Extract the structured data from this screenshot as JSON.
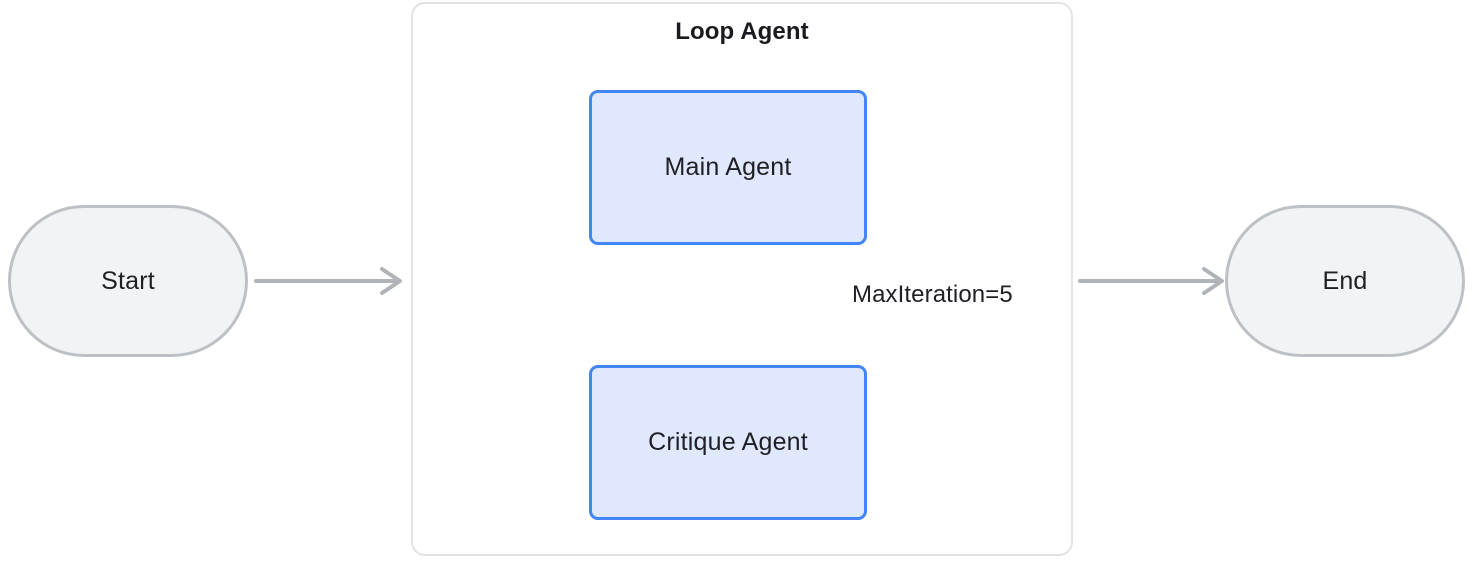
{
  "diagram": {
    "title": "Loop Agent",
    "container_label": "Loop Agent",
    "colors": {
      "canvas_background": "#ffffff",
      "terminal_fill": "#f1f3f4",
      "terminal_stroke": "#bdc1c6",
      "agent_fill": "#dfe8fd",
      "agent_stroke": "#4285f4",
      "container_stroke": "#e3e3e5",
      "edge_stroke": "#b0b4b8",
      "text": "#1f1f26"
    },
    "nodes": [
      {
        "id": "start",
        "label": "Start",
        "shape": "stadium"
      },
      {
        "id": "main-agent",
        "label": "Main Agent",
        "shape": "rounded-rect"
      },
      {
        "id": "critique-agent",
        "label": "Critique Agent",
        "shape": "rounded-rect"
      },
      {
        "id": "end",
        "label": "End",
        "shape": "stadium"
      }
    ],
    "edges": [
      {
        "id": "start-to-loop",
        "from": "start",
        "to": "loop-agent-container",
        "label": "",
        "arrow": "right"
      },
      {
        "id": "main-to-critique",
        "from": "main-agent",
        "to": "critique-agent",
        "label": "",
        "arrow": "down"
      },
      {
        "id": "critique-to-main",
        "from": "critique-agent",
        "to": "main-agent",
        "label": "MaxIteration=5",
        "arrow": "left"
      },
      {
        "id": "loop-to-end",
        "from": "loop-agent-container",
        "to": "end",
        "label": "",
        "arrow": "right"
      }
    ],
    "labels": {
      "start": "Start",
      "end": "End",
      "main_agent": "Main Agent",
      "critique_agent": "Critique Agent",
      "max_iteration": "MaxIteration=5"
    }
  }
}
